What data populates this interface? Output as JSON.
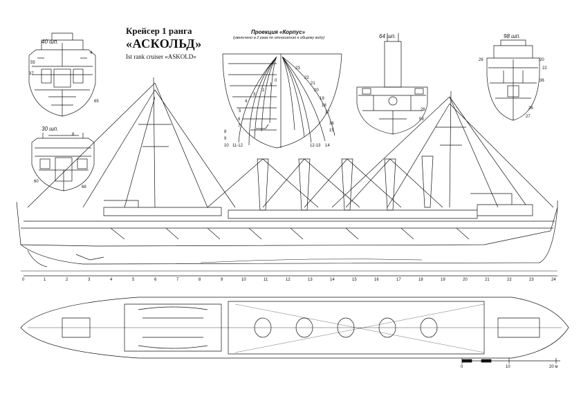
{
  "title": {
    "ru": "Крейсер 1 ранга",
    "name": "«АСКОЛЬД»",
    "en": "Ist rank cruiser «ASKOLD»"
  },
  "projection": {
    "title": "Проекция «Корпус»",
    "subtitle": "(увеличено в 2 раза по отношению к общему виду)"
  },
  "sections": [
    {
      "label": "40 шп.",
      "callouts": [
        "4",
        "55",
        "37",
        "65"
      ]
    },
    {
      "label": "30 шп.",
      "callouts": [
        "8",
        "60",
        "68"
      ]
    },
    {
      "label": "64 шп.",
      "callouts": [
        "26",
        "59"
      ]
    },
    {
      "label": "98 шп.",
      "callouts": [
        "26",
        "20",
        "22",
        "36",
        "26",
        "27"
      ]
    }
  ],
  "body_plan_numbers": [
    "0",
    "1",
    "2",
    "3",
    "4",
    "5",
    "6",
    "7",
    "8",
    "9",
    "10",
    "11-12",
    "23",
    "22",
    "21",
    "20",
    "19",
    "18",
    "17",
    "16",
    "15",
    "14",
    "12-13"
  ],
  "frame_scale": [
    "0",
    "1",
    "2",
    "3",
    "4",
    "5",
    "6",
    "7",
    "8",
    "9",
    "10",
    "11",
    "12",
    "13",
    "14",
    "15",
    "16",
    "17",
    "18",
    "19",
    "20",
    "21",
    "22",
    "23",
    "24"
  ],
  "scale_bar": {
    "ticks": [
      "0",
      "10",
      "20 м"
    ]
  }
}
